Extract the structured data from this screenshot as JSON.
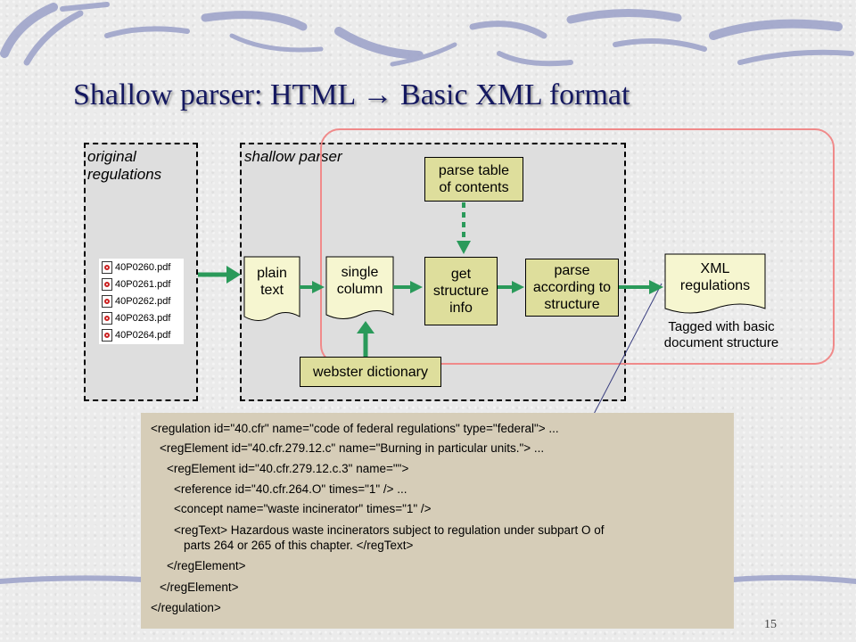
{
  "slide": {
    "title": "Shallow parser: HTML → Basic XML format",
    "page_number": "15"
  },
  "panels": {
    "original": "original\nregulations",
    "parser": "shallow parser"
  },
  "files": [
    "40P0260.pdf",
    "40P0261.pdf",
    "40P0262.pdf",
    "40P0263.pdf",
    "40P0264.pdf"
  ],
  "boxes": {
    "parse_toc": "parse table\nof contents",
    "plain_text": "plain\ntext",
    "single_column": "single\ncolumn",
    "get_structure": "get\nstructure\ninfo",
    "parse_according": "parse\naccording to\nstructure",
    "xml_regulations": "XML\nregulations",
    "webster": "webster dictionary"
  },
  "caption": "Tagged with basic\ndocument structure",
  "xml_lines": [
    "<regulation id=\"40.cfr\" name=\"code of federal regulations\" type=\"federal\"> ...",
    "<regElement id=\"40.cfr.279.12.c\" name=\"Burning in particular units.\"> ...",
    "<regElement id=\"40.cfr.279.12.c.3\" name=\"\">",
    "<reference id=\"40.cfr.264.O\" times=\"1\" /> ...",
    "<concept name=\"waste incinerator\" times=\"1\" />",
    "<regText> Hazardous waste incinerators subject to regulation under subpart O of",
    "parts 264 or 265 of this chapter. </regText>",
    "</regElement>",
    "</regElement>",
    "</regulation>"
  ]
}
